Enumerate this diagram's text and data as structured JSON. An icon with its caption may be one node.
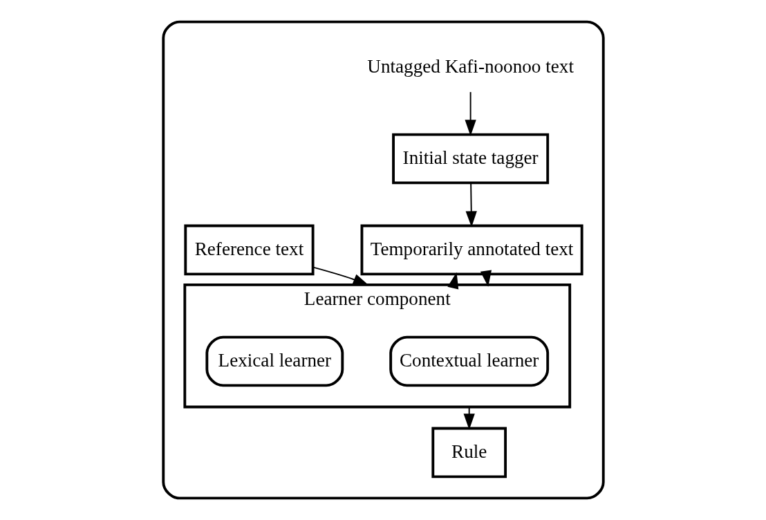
{
  "diagram": {
    "nodes": [
      {
        "text": [],
        "shape": "box"
      },
      {
        "text": [
          "Untagged Kafi-noonoo text"
        ],
        "in": 0
      },
      {
        "text": [
          "Initial state tagger"
        ],
        "in": 0
      },
      {
        "text": [
          "Temporarily annotated text"
        ],
        "in": 0
      },
      {
        "text": [
          "Learner component"
        ],
        "in": 0
      },
      {
        "text": [
          "Contextual learner"
        ],
        "in": 4
      },
      {
        "text": [
          "Lexical learner"
        ],
        "in": 4
      },
      {
        "text": [
          "Reference text"
        ],
        "in": 0
      },
      {
        "text": [
          "Rule"
        ],
        "in": 0
      }
    ],
    "edges": [
      {
        "from": 1,
        "to": 2,
        "arrow": "to"
      },
      {
        "from": 2,
        "to": 3,
        "arrow": "to"
      },
      {
        "from": 3,
        "to": 4,
        "arrow": "to"
      },
      {
        "from": 4,
        "to": 3,
        "arrow": "to"
      },
      {
        "from": 7,
        "to": 4,
        "arrow": "to"
      },
      {
        "from": 4,
        "to": 8,
        "arrow": "to"
      }
    ]
  }
}
